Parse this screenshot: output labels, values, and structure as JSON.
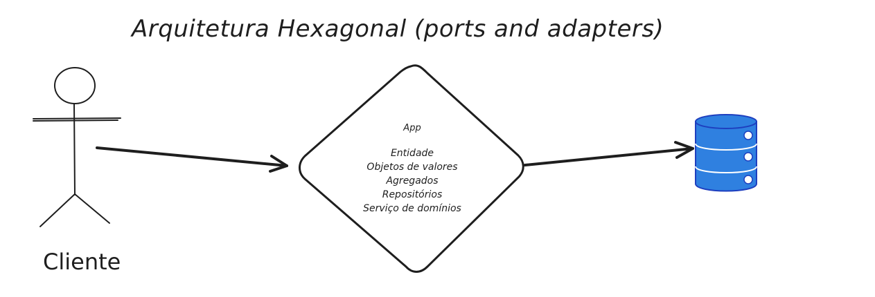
{
  "title": "Arquitetura Hexagonal (ports and adapters)",
  "actor": {
    "label": "Cliente"
  },
  "app": {
    "title": "App",
    "items": [
      "Entidade",
      "Objetos de valores",
      "Agregados",
      "Repositórios",
      "Serviço de domínios"
    ]
  },
  "database": {
    "icon": "database-icon",
    "color": "#2f80e0"
  },
  "colors": {
    "stroke": "#1e1e1e",
    "db_fill": "#2f80e0",
    "db_stroke": "#1e3fbf"
  }
}
